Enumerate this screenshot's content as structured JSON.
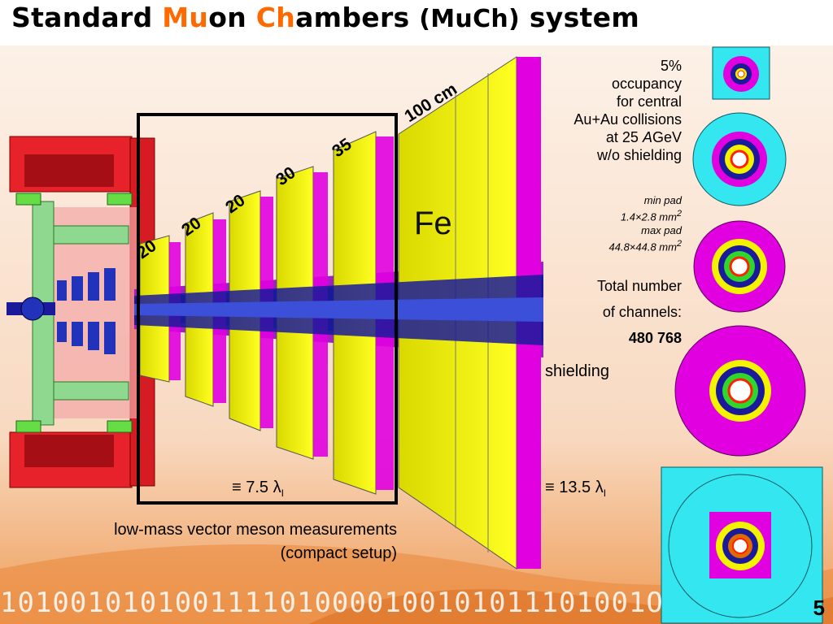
{
  "title": {
    "part1": "Standard ",
    "mu_accent": "Mu",
    "part2": "on ",
    "ch_accent": "Ch",
    "part3": "ambers ",
    "part4": "(MuCh)",
    "part5": " system"
  },
  "info": {
    "line1": "5%",
    "line2": "occupancy",
    "line3": "for central",
    "line4": "Au+Au collisions",
    "line5_prefix": "at 25 ",
    "line5_italic": "A",
    "line5_suffix": "GeV",
    "line6": "w/o shielding"
  },
  "pads": {
    "min_label": "min pad",
    "min_value": "1.4×2.8 mm",
    "max_label": "max pad",
    "max_value": "44.8×44.8 mm",
    "unit_sup": "2"
  },
  "channels": {
    "line1": "Total number",
    "line2": "of channels:",
    "value": "480 768"
  },
  "absorbers": {
    "a1": "20",
    "a2": "20",
    "a3": "20",
    "a4": "30",
    "a5": "35",
    "a6": "100 cm"
  },
  "fe_label": "Fe",
  "shielding_label": "shielding",
  "lambda_compact": {
    "main": "≡ 7.5 λ",
    "sub": "I"
  },
  "lambda_full": {
    "main": "≡ 13.5 λ",
    "sub": "I"
  },
  "caption": {
    "line1": "low-mass vector meson measurements",
    "line2": "(compact setup)"
  },
  "page_number": "5",
  "binary_strip": "1010010101001111010000100101011101001O",
  "colors": {
    "accent": "#ff6a00",
    "absorber_yellow": "#f3f300",
    "chamber_magenta": "#e000e0",
    "beam_blue": "#1a1a9a",
    "magnet_red": "#e8222a",
    "pad_cyan": "#33e6f0"
  }
}
